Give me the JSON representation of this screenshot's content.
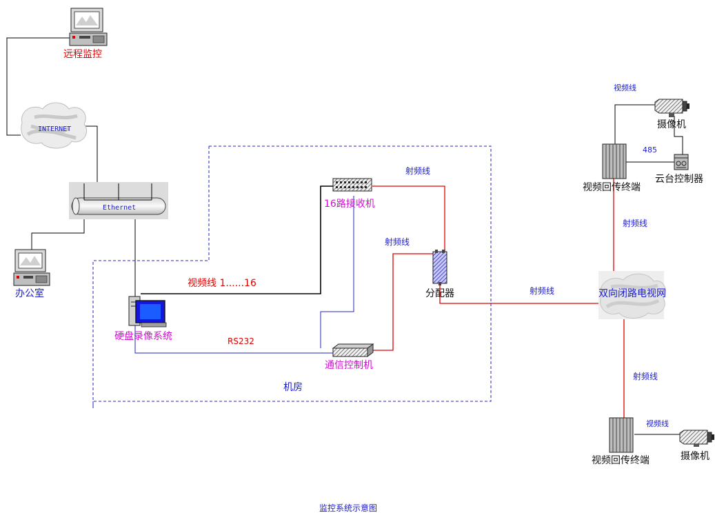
{
  "labels": {
    "remote_monitor": "远程监控",
    "internet": "INTERNET",
    "ethernet": "Ethernet",
    "office": "办公室",
    "receiver": "16路接收机",
    "video_line_1_16": "视频线 1......16",
    "dvr_system": "硬盘录像系统",
    "rs232": "RS232",
    "comm_controller": "通信控制机",
    "splitter": "分配器",
    "machine_room": "机房",
    "rf_line_top": "射频线",
    "rf_line_mid": "射频线",
    "rf_line_cable": "射频线",
    "rf_line_right_upper": "射频线",
    "rf_line_right_lower": "射频线",
    "video_line_top": "视频线",
    "video_line_bottom": "视频线",
    "camera_top": "摄像机",
    "camera_bottom": "摄像机",
    "label_485": "485",
    "video_terminal_top": "视频回传终端",
    "video_terminal_bottom": "视频回传终端",
    "ptz_controller": "云台控制器",
    "catv_network": "双向闭路电视网",
    "caption": "监控系统示意图"
  },
  "colors": {
    "red_text": "#e00000",
    "blue_text": "#1a1ad0",
    "magenta_text": "#d010d0",
    "rf_line": "#e00000",
    "control_line": "#2020c0",
    "border_dash": "#2020c0"
  },
  "icons": [
    "desktop-computer-icon",
    "cloud-icon",
    "ethernet-bus-icon",
    "receiver-icon",
    "splitter-icon",
    "comm-controller-icon",
    "dvr-computer-icon",
    "terminal-rack-icon",
    "camera-icon",
    "ptz-controller-icon"
  ]
}
